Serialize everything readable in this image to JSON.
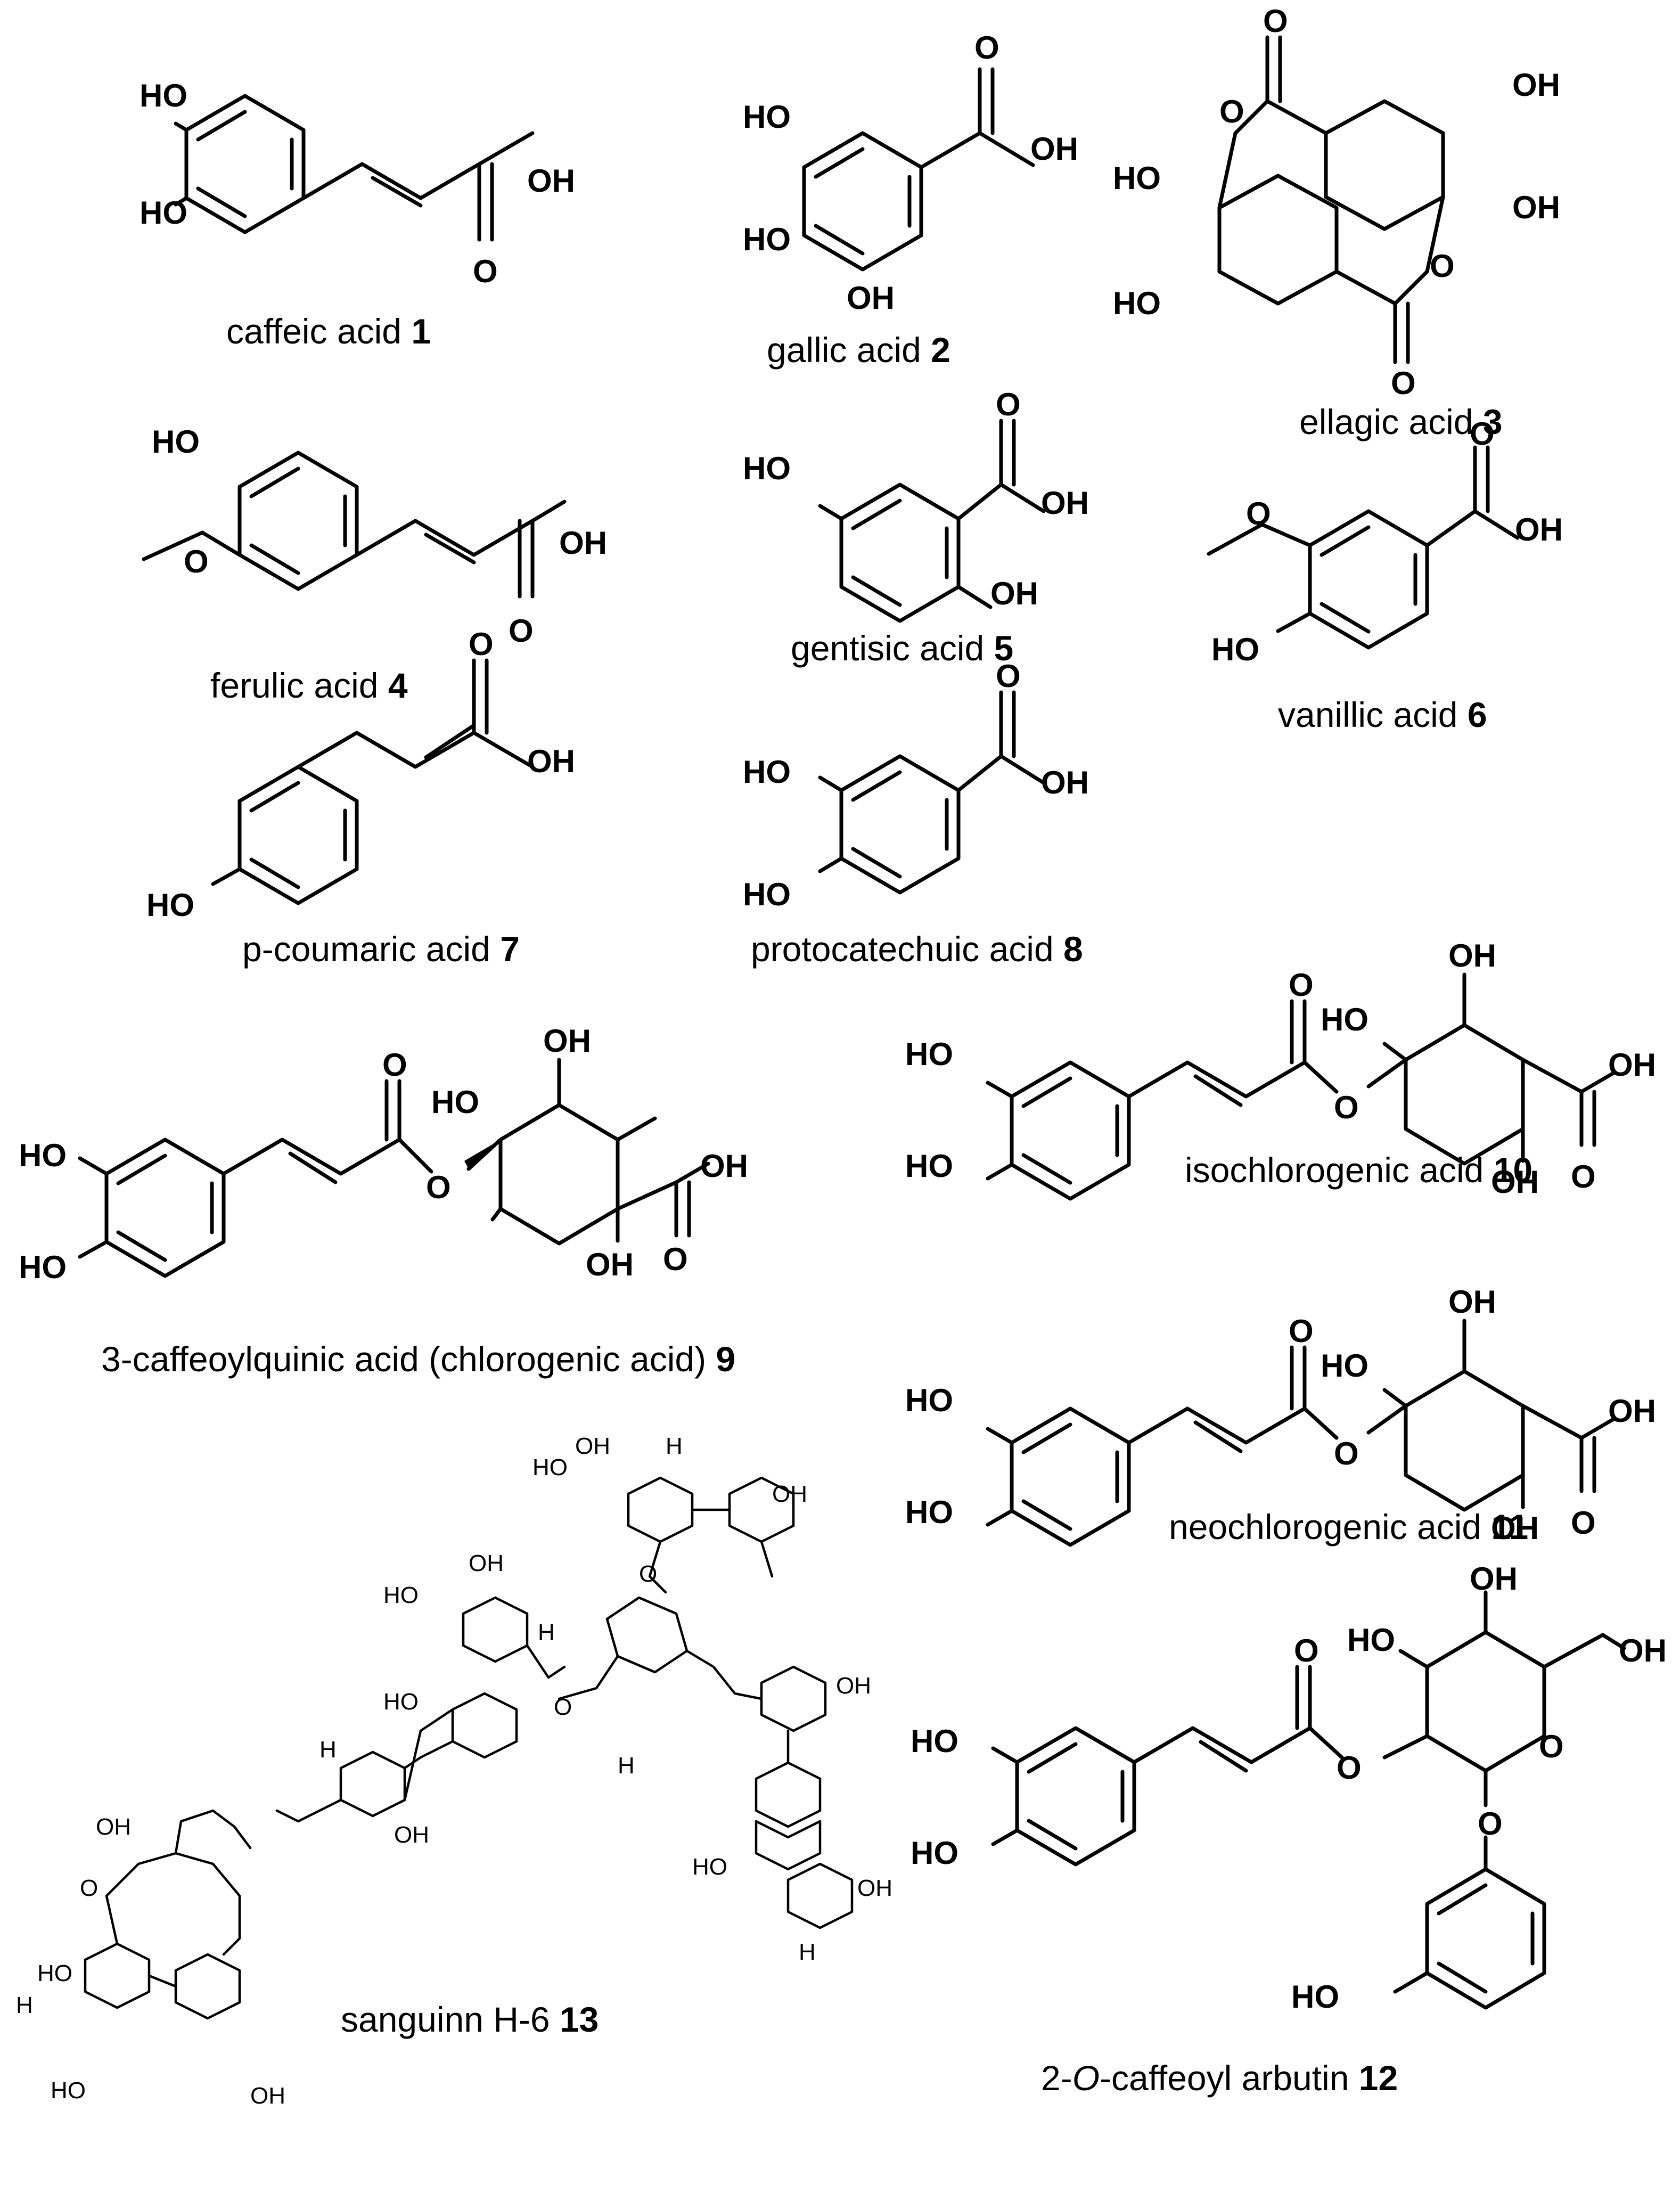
{
  "figure": {
    "compounds": [
      {
        "id": "caffeic",
        "name": "caffeic acid",
        "number": "1",
        "labels": {
          "ho_a": "HO",
          "ho_b": "HO",
          "oh": "OH",
          "o": "O"
        }
      },
      {
        "id": "gallic",
        "name": "gallic acid",
        "number": "2",
        "labels": {
          "ho_a": "HO",
          "ho_b": "HO",
          "oh_bottom": "OH",
          "oh": "OH",
          "o": "O"
        }
      },
      {
        "id": "ellagic",
        "name": "ellagic acid",
        "number": "3",
        "labels": {
          "oh_a": "OH",
          "oh_b": "OH",
          "ho_a": "HO",
          "ho_b": "HO",
          "o_top": "O",
          "o_bottom": "O",
          "o_ring_a": "O",
          "o_ring_b": "O"
        }
      },
      {
        "id": "ferulic",
        "name": "ferulic acid",
        "number": "4",
        "labels": {
          "ho": "HO",
          "ome": "O",
          "oh": "OH",
          "o": "O"
        }
      },
      {
        "id": "gentisic",
        "name": "gentisic acid",
        "number": "5",
        "labels": {
          "ho": "HO",
          "oh_ring": "OH",
          "oh": "OH",
          "o": "O"
        }
      },
      {
        "id": "vanillic",
        "name": "vanillic acid",
        "number": "6",
        "labels": {
          "ome": "O",
          "ho": "HO",
          "oh": "OH",
          "o": "O"
        }
      },
      {
        "id": "pcoumaric",
        "name": "p-coumaric acid",
        "number": "7",
        "labels": {
          "ho": "HO",
          "oh": "OH",
          "o": "O"
        }
      },
      {
        "id": "protocatechuic",
        "name": "protocatechuic acid",
        "number": "8",
        "labels": {
          "ho_a": "HO",
          "ho_b": "HO",
          "oh": "OH",
          "o": "O"
        }
      },
      {
        "id": "chlorogenic",
        "name": "3-caffeoylquinic acid (chlorogenic acid)",
        "number": "9",
        "labels": {
          "ho_a": "HO",
          "ho_b": "HO",
          "o_ester": "O",
          "o_carbonyl": "O",
          "oh_top": "OH",
          "ho_ring": "HO",
          "oh_acid": "OH",
          "oh_quat": "OH",
          "o_acid": "O"
        }
      },
      {
        "id": "isochlorogenic",
        "name": "isochlorogenic acid",
        "number": "10",
        "labels": {
          "ho_a": "HO",
          "ho_b": "HO",
          "o_ester": "O",
          "o_carbonyl": "O",
          "oh_top": "OH",
          "ho_ring": "HO",
          "oh_acid": "OH",
          "oh_quat": "OH",
          "o_acid": "O"
        }
      },
      {
        "id": "neochlorogenic",
        "name": "neochlorogenic acid",
        "number": "11",
        "labels": {
          "ho_a": "HO",
          "ho_b": "HO",
          "o_ester": "O",
          "o_carbonyl": "O",
          "oh_top": "OH",
          "ho_ring": "HO",
          "oh_acid": "OH",
          "oh_quat": "OH",
          "o_acid": "O"
        }
      },
      {
        "id": "caffeoylarbutin",
        "name_prefix": "2-",
        "name_italic": "O",
        "name_suffix": "-caffeoyl arbutin",
        "number": "12",
        "labels": {
          "ho_a": "HO",
          "ho_b": "HO",
          "o_carbonyl": "O",
          "o_ester": "O",
          "oh_top": "OH",
          "ho_ring": "HO",
          "oh_ch2": "OH",
          "o_ring": "O",
          "o_glyc": "O",
          "ho_phenol": "HO"
        }
      },
      {
        "id": "sanguiin",
        "name": "sanguinn H-6",
        "number": "13",
        "labels": {
          "oh": "OH",
          "ho": "HO",
          "h": "H",
          "o": "O"
        }
      }
    ]
  }
}
